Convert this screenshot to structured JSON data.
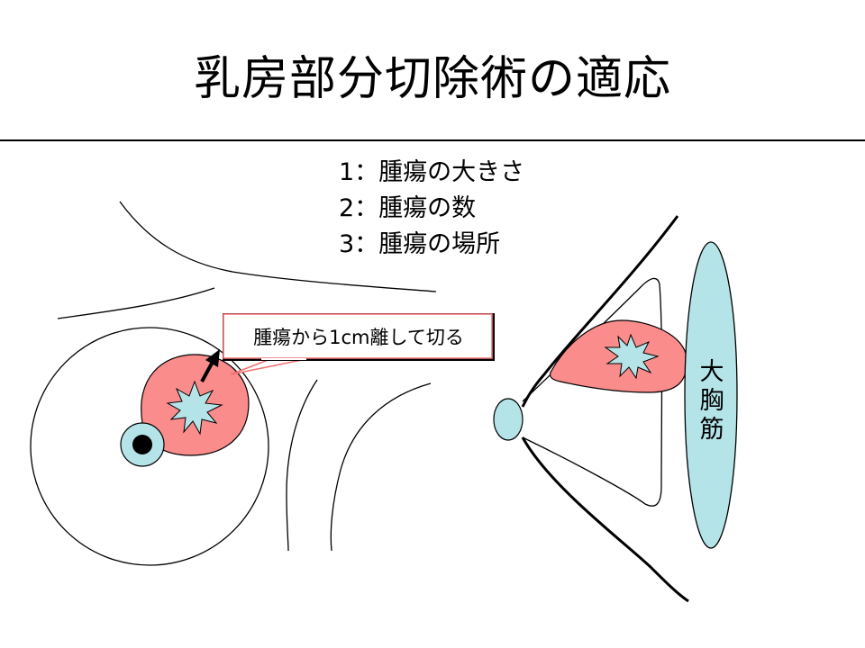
{
  "title": "乳房部分切除術の適応",
  "criteria": [
    "1：腫瘍の大きさ",
    "2：腫瘍の数",
    "3：腫瘍の場所"
  ],
  "callout": "腫瘍から1cm離して切る",
  "muscle_label": [
    "大",
    "胸",
    "筋"
  ],
  "colors": {
    "tumor_area": "#fa8c8c",
    "tumor_core": "#b4e4e8",
    "nipple": "#b4e4e8",
    "pectoral_muscle": "#b4e4e8",
    "callout_border": "#f07070"
  }
}
